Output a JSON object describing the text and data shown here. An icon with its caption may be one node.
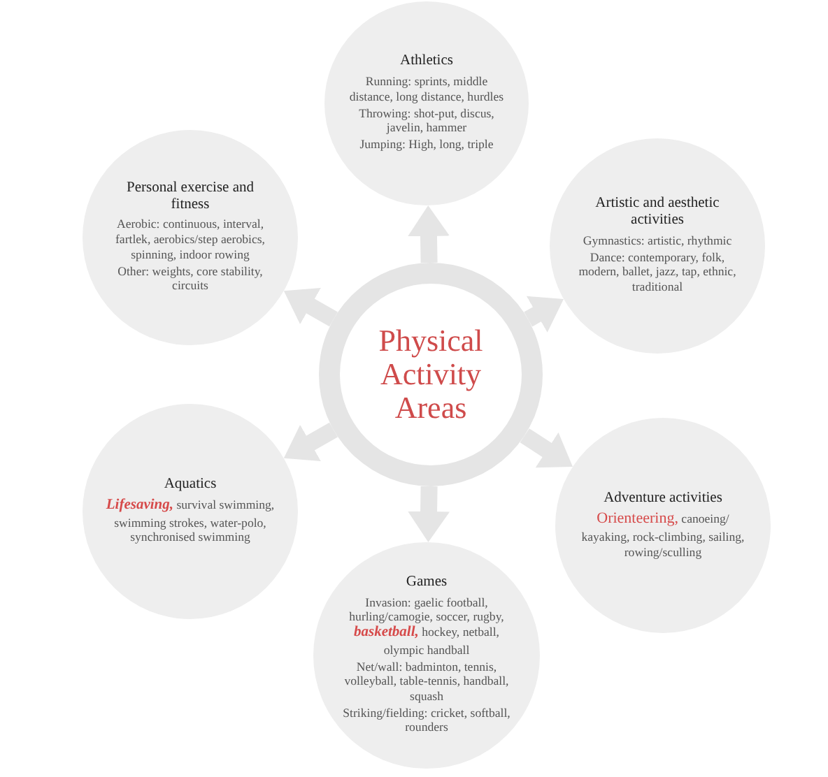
{
  "diagram": {
    "nodes": [
      {
        "text": [
          "Physical Activity Areas"
        ]
      },
      {
        "text": [
          "Athletics",
          "Running: sprints, middle distance, long distance, hurdles",
          "Throwing: shot-put, discus, javelin, hammer",
          "Jumping: High, long, triple"
        ]
      },
      {
        "text": [
          "Personal exercise and fitness",
          "Aerobic: continuous, interval, fartlek, aerobics/step aerobics, spinning, indoor rowing",
          "Other: weights, core stability, circuits"
        ]
      },
      {
        "text": [
          "Artistic and aesthetic activities",
          "Gymnastics: artistic, rhythmic",
          "Dance: contemporary, folk, modern, ballet, jazz, tap, ethnic, traditional"
        ]
      },
      {
        "text": [
          "Aquatics",
          "*Lifesaving,* survival swimming, swimming strokes, water-polo, synchronised swimming"
        ]
      },
      {
        "text": [
          "Adventure activities",
          "**Orienteering,** canoeing/ kayaking, rock-climbing, sailing, rowing/sculling"
        ]
      },
      {
        "text": [
          "Games",
          "Invasion: gaelic football, hurling/camogie, soccer, rugby, *basketball,* hockey, netball, olympic handball",
          "Net/wall: badminton, tennis, volleyball, table-tennis, handball, squash",
          "Striking/fielding: cricket, softball, rounders"
        ]
      }
    ],
    "edges": [
      {
        "from": 0,
        "to": 1,
        "arrow": "to"
      },
      {
        "from": 0,
        "to": 2,
        "arrow": "to"
      },
      {
        "from": 0,
        "to": 3,
        "arrow": "to"
      },
      {
        "from": 0,
        "to": 4,
        "arrow": "to"
      },
      {
        "from": 0,
        "to": 5,
        "arrow": "to"
      },
      {
        "from": 0,
        "to": 6,
        "arrow": "to"
      }
    ]
  }
}
